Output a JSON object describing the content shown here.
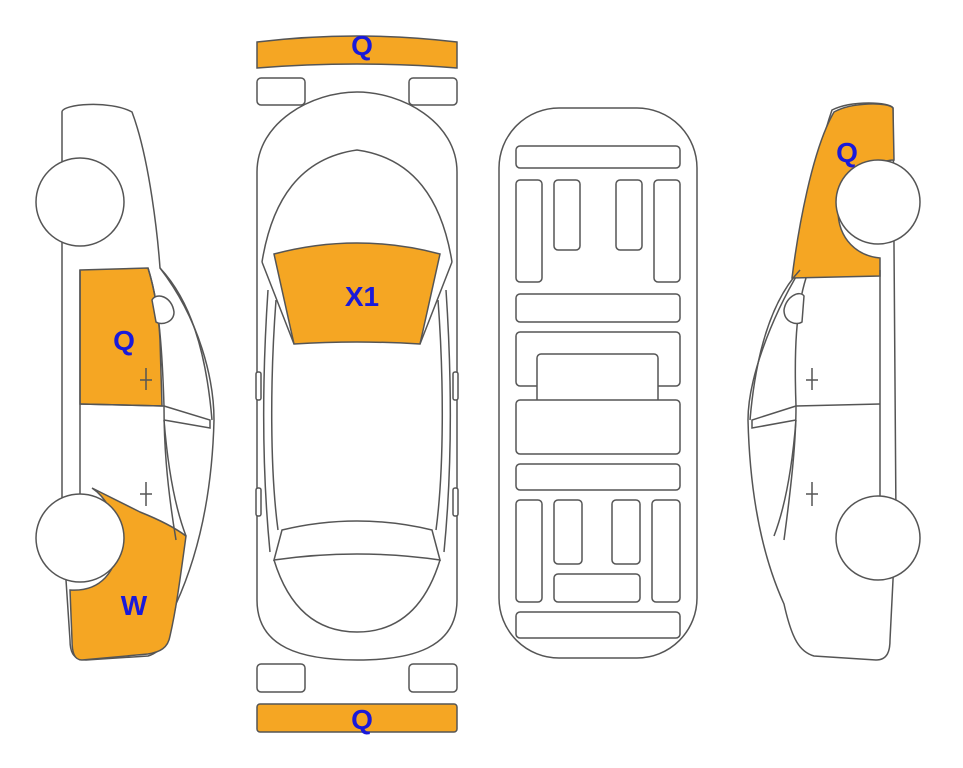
{
  "colors": {
    "damage_fill": "#F5A623",
    "label_text": "#1A1AD9",
    "outline": "#555555",
    "background": "#FFFFFF"
  },
  "marks": {
    "front_bumper": "Q",
    "rear_bumper": "Q",
    "windshield": "X1",
    "left_front_door": "Q",
    "left_rear_quarter": "W",
    "right_front_fender": "Q"
  }
}
